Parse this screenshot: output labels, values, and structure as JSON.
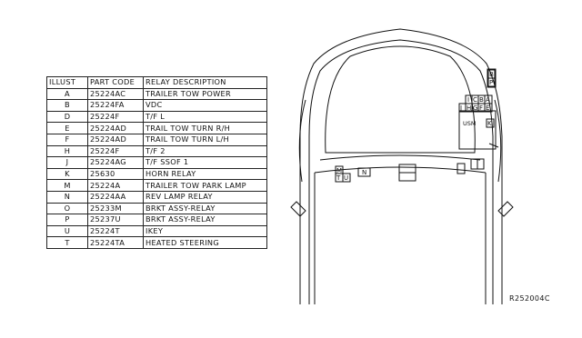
{
  "table": {
    "headers": [
      "ILLUST",
      "PART CODE",
      "RELAY DESCRIPTION"
    ],
    "rows": [
      {
        "illust": "A",
        "code": "25224AC",
        "desc": "TRAILER TOW POWER"
      },
      {
        "illust": "B",
        "code": "25224FA",
        "desc": "VDC"
      },
      {
        "illust": "D",
        "code": "25224F",
        "desc": "T/F L"
      },
      {
        "illust": "E",
        "code": "25224AD",
        "desc": "TRAIL TOW TURN R/H"
      },
      {
        "illust": "F",
        "code": "25224AD",
        "desc": "TRAIL TOW TURN L/H"
      },
      {
        "illust": "H",
        "code": "25224F",
        "desc": "T/F 2"
      },
      {
        "illust": "J",
        "code": "25224AG",
        "desc": "T/F SSOF 1"
      },
      {
        "illust": "K",
        "code": "25630",
        "desc": "HORN RELAY"
      },
      {
        "illust": "M",
        "code": "25224A",
        "desc": "TRAILER TOW PARK LAMP"
      },
      {
        "illust": "N",
        "code": "25224AA",
        "desc": "REV LAMP RELAY"
      },
      {
        "illust": "O",
        "code": "25233M",
        "desc": "BRKT ASSY-RELAY"
      },
      {
        "illust": "P",
        "code": "25237U",
        "desc": "BRKT ASSY-RELAY"
      },
      {
        "illust": "U",
        "code": "25224T",
        "desc": "IKEY"
      },
      {
        "illust": "T",
        "code": "25224TA",
        "desc": "HEATED STEERING"
      }
    ]
  },
  "diagram": {
    "labels": {
      "B_top": "B",
      "P": "P",
      "I": "I",
      "C": "C",
      "B": "B",
      "A": "A",
      "J": "J",
      "H": "H",
      "G": "G",
      "F": "F",
      "E": "E",
      "usm": "USM",
      "K": "K",
      "M": "M",
      "T": "T",
      "U": "U",
      "N": "N"
    }
  },
  "reference_code": "R252004C"
}
